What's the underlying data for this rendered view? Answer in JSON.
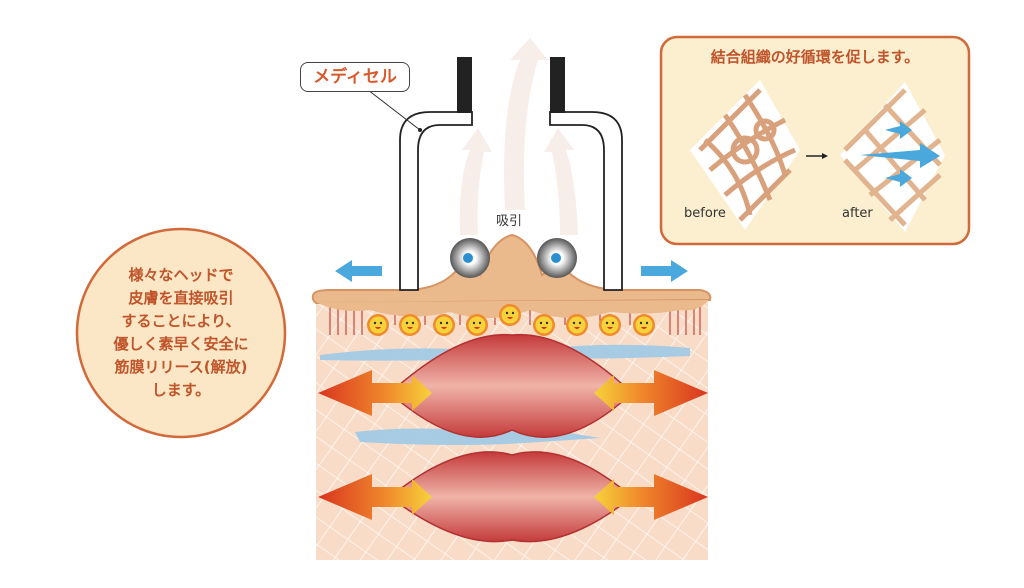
{
  "device_label": "メディセル",
  "suction_label": "吸引",
  "circle_lines": [
    "様々なヘッドで",
    "皮膚を直接吸引",
    "することにより、",
    "優しく素早く安全に",
    "筋膜リリース(解放)",
    "します。"
  ],
  "box": {
    "title": "結合組織の好循環を促します。",
    "before": "before",
    "after": "after"
  },
  "colors": {
    "accent_orange": "#d9582b",
    "circle_fill": "#fbe7c6",
    "box_fill": "#fbefd0",
    "skin": "#e9b98e",
    "muscle": "#d9534f",
    "blue_arrow": "#4aa8dc"
  }
}
